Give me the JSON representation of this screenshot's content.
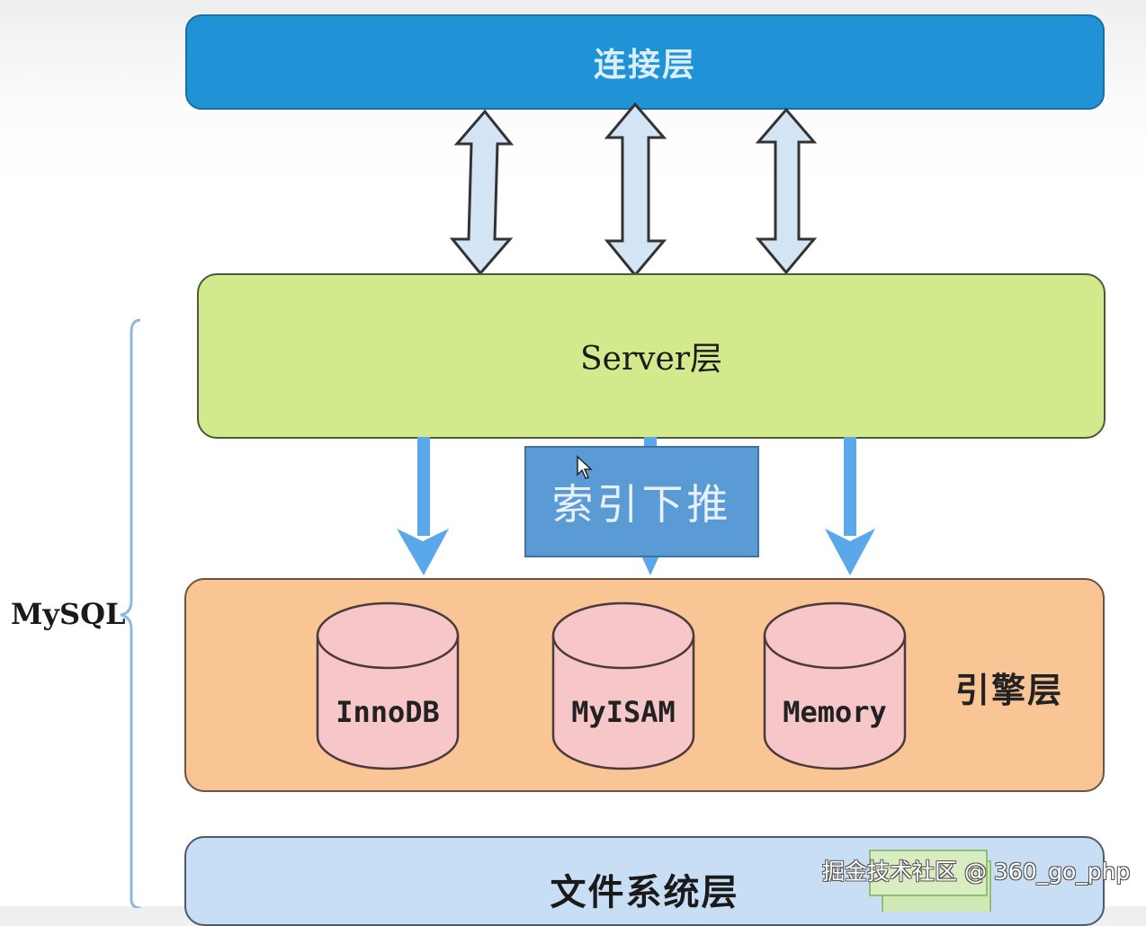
{
  "diagram": {
    "title_group": "MySQL",
    "layers": {
      "connection": {
        "label": "连接层",
        "color": "#1f93d6"
      },
      "server": {
        "label": "Server层",
        "color": "#d2ea8c"
      },
      "engine": {
        "label": "引擎层",
        "color": "#f9c595",
        "engines": [
          {
            "label": "InnoDB"
          },
          {
            "label": "MyISAM"
          },
          {
            "label": "Memory"
          }
        ]
      },
      "filesystem": {
        "label": "文件系统层",
        "color": "#c8def5"
      }
    },
    "callout": {
      "label": "索引下推",
      "color": "#5b9bd5"
    },
    "connectors": {
      "connection_to_server": {
        "count": 3,
        "type": "double-arrow"
      },
      "server_to_engine": {
        "count": 3,
        "type": "down-arrow"
      }
    }
  },
  "watermark": {
    "text": "掘金技术社区 @ 360_go_php"
  }
}
